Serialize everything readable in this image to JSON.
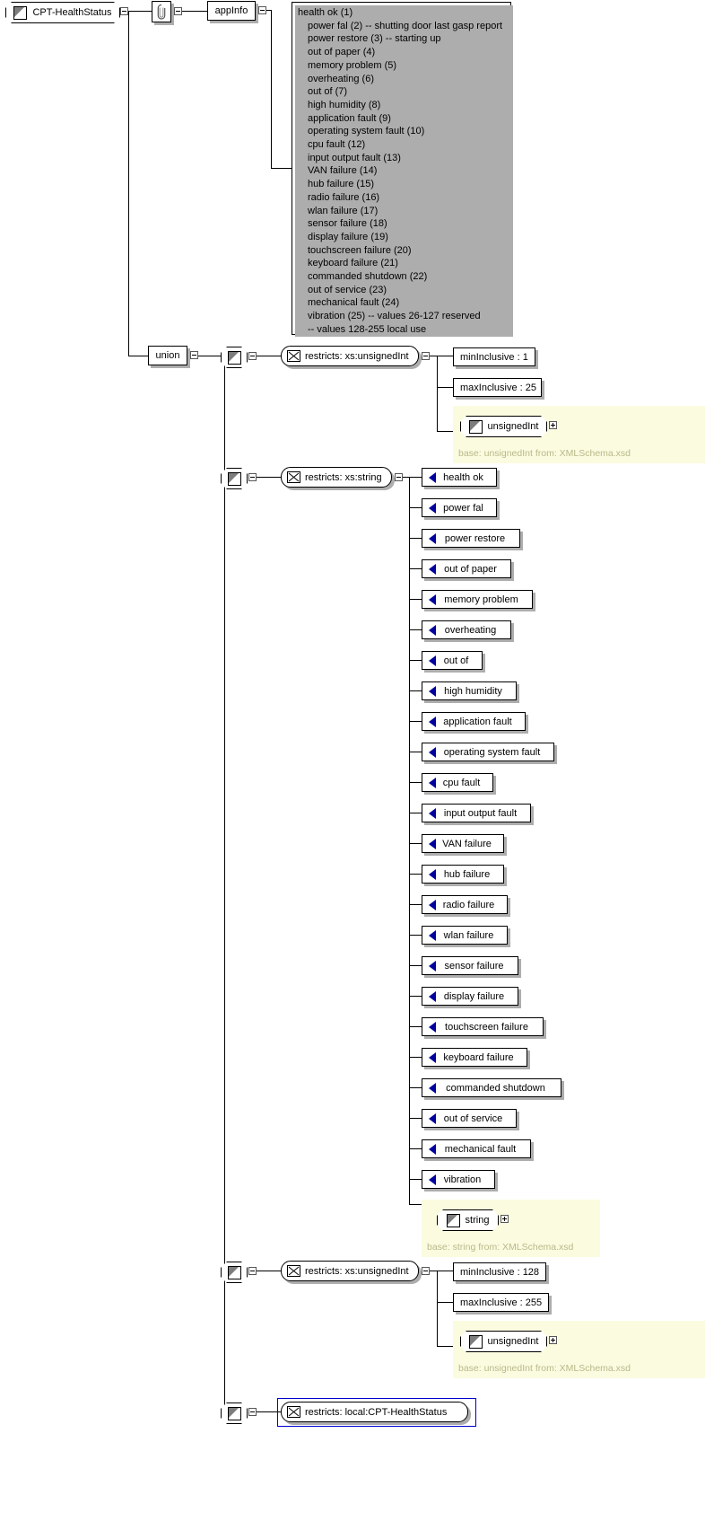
{
  "diagram": {
    "title": "CPT-HealthStatus",
    "type": "xsd-simple-type-diagram"
  },
  "root": {
    "label": "CPT-HealthStatus",
    "icon": "simple-type-pencil-icon"
  },
  "annotation": {
    "icon": "annotation-paperclip-icon",
    "appinfo_label": "appInfo",
    "documentation_lines": [
      "health ok (1)",
      "power fal (2) -- shutting door last gasp report",
      "power restore (3) -- starting up",
      "out of paper (4)",
      "memory problem (5)",
      "overheating (6)",
      "out of (7)",
      "high humidity (8)",
      "application fault (9)",
      "operating system fault (10)",
      "cpu fault (12)",
      "input output fault (13)",
      "VAN failure (14)",
      "hub failure (15)",
      "radio failure (16)",
      "wlan failure (17)",
      "sensor failure (18)",
      "display failure (19)",
      "touchscreen failure (20)",
      "keyboard failure (21)",
      "commanded shutdown (22)",
      "out of service (23)",
      "mechanical fault (24)",
      "vibration (25) -- values 26-127 reserved",
      "-- values 128-255 local use"
    ]
  },
  "union": {
    "label": "union"
  },
  "branches": [
    {
      "id": "branch-unsignedint-low",
      "restricts_label": "restricts: xs:unsignedInt",
      "facets": [
        {
          "label": "minInclusive : 1"
        },
        {
          "label": "maxInclusive : 25"
        }
      ],
      "base": {
        "label": "unsignedInt",
        "caption": "base: unsignedInt from: XMLSchema.xsd"
      }
    },
    {
      "id": "branch-string",
      "restricts_label": "restricts: xs:string",
      "enumerations": [
        {
          "label": "health ok"
        },
        {
          "label": "power fal"
        },
        {
          "label": "power restore"
        },
        {
          "label": "out of paper"
        },
        {
          "label": "memory problem"
        },
        {
          "label": "overheating"
        },
        {
          "label": "out of"
        },
        {
          "label": "high humidity"
        },
        {
          "label": "application fault"
        },
        {
          "label": "operating system fault"
        },
        {
          "label": "cpu fault"
        },
        {
          "label": "input output fault"
        },
        {
          "label": "VAN failure"
        },
        {
          "label": "hub failure"
        },
        {
          "label": "radio failure"
        },
        {
          "label": "wlan failure"
        },
        {
          "label": "sensor failure"
        },
        {
          "label": "display failure"
        },
        {
          "label": "touchscreen failure"
        },
        {
          "label": "keyboard failure"
        },
        {
          "label": "commanded shutdown"
        },
        {
          "label": "out of service"
        },
        {
          "label": "mechanical fault"
        },
        {
          "label": "vibration"
        }
      ],
      "base": {
        "label": "string",
        "caption": "base: string from: XMLSchema.xsd"
      }
    },
    {
      "id": "branch-unsignedint-high",
      "restricts_label": "restricts: xs:unsignedInt",
      "facets": [
        {
          "label": "minInclusive : 128"
        },
        {
          "label": "maxInclusive : 255"
        }
      ],
      "base": {
        "label": "unsignedInt",
        "caption": "base: unsignedInt from: XMLSchema.xsd"
      }
    },
    {
      "id": "branch-local",
      "restricts_label": "restricts: local:CPT-HealthStatus"
    }
  ],
  "colors": {
    "enum_marker": "#00009c",
    "base_panel_bg": "#fbfbe0",
    "base_caption": "#b9b98a",
    "line": "#000000",
    "shadow": "#adadad",
    "highlight_border": "#0000cd"
  }
}
